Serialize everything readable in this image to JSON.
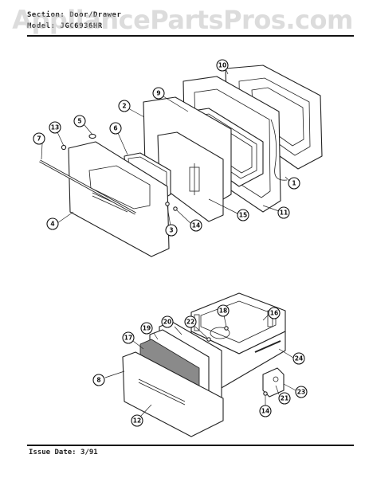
{
  "header": {
    "section_line": "Section: Door/Drawer",
    "model_line": "Model: JGC6936HR"
  },
  "watermark": "AppliancePartsPros.com",
  "footer": {
    "issue_date": "Issue Date: 3/91"
  },
  "callouts": {
    "c1": "1",
    "c2": "2",
    "c3": "3",
    "c4": "4",
    "c5": "5",
    "c6": "6",
    "c7": "7",
    "c8": "8",
    "c9": "9",
    "c10": "10",
    "c11": "11",
    "c12": "12",
    "c13": "13",
    "c14a": "14",
    "c14b": "14",
    "c15": "15",
    "c16": "16",
    "c17": "17",
    "c18": "18",
    "c19": "19",
    "c20": "20",
    "c21": "21",
    "c22": "22",
    "c23": "23",
    "c24": "24"
  }
}
